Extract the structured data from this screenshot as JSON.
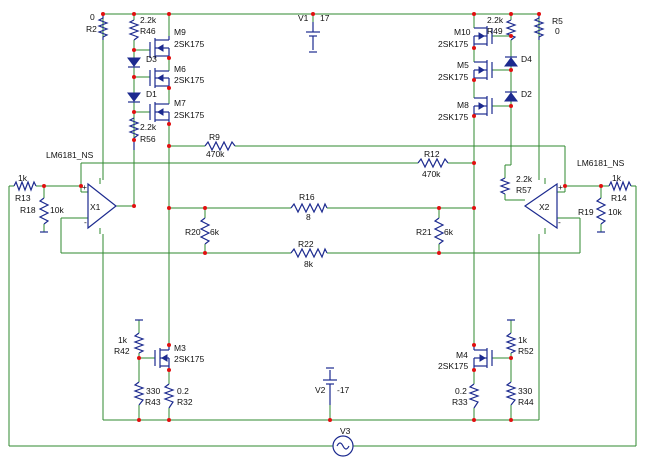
{
  "labels": [
    {
      "id": "lbl-0",
      "text": "0"
    },
    {
      "id": "lbl-r2",
      "text": "R2"
    },
    {
      "id": "lbl-2k2a",
      "text": "2.2k"
    },
    {
      "id": "lbl-r46",
      "text": "R46"
    },
    {
      "id": "lbl-m9",
      "text": "M9"
    },
    {
      "id": "lbl-m9t",
      "text": "2SK175"
    },
    {
      "id": "lbl-d3",
      "text": "D3"
    },
    {
      "id": "lbl-m6",
      "text": "M6"
    },
    {
      "id": "lbl-m6t",
      "text": "2SK175"
    },
    {
      "id": "lbl-d1",
      "text": "D1"
    },
    {
      "id": "lbl-m7",
      "text": "M7"
    },
    {
      "id": "lbl-m7t",
      "text": "2SK175"
    },
    {
      "id": "lbl-2k2b",
      "text": "2.2k"
    },
    {
      "id": "lbl-r56",
      "text": "R56"
    },
    {
      "id": "lbl-v1",
      "text": "V1"
    },
    {
      "id": "lbl-17",
      "text": "17"
    },
    {
      "id": "lbl-m10",
      "text": "M10"
    },
    {
      "id": "lbl-m10t",
      "text": "2SK175"
    },
    {
      "id": "lbl-2k2c",
      "text": "2.2k"
    },
    {
      "id": "lbl-r49",
      "text": "R49"
    },
    {
      "id": "lbl-r5",
      "text": "R5"
    },
    {
      "id": "lbl-0b",
      "text": "0"
    },
    {
      "id": "lbl-m5",
      "text": "M5"
    },
    {
      "id": "lbl-m5t",
      "text": "2SK175"
    },
    {
      "id": "lbl-d4",
      "text": "D4"
    },
    {
      "id": "lbl-m8",
      "text": "M8"
    },
    {
      "id": "lbl-m8t",
      "text": "2SK175"
    },
    {
      "id": "lbl-d2",
      "text": "D2"
    },
    {
      "id": "lbl-r9",
      "text": "R9"
    },
    {
      "id": "lbl-470a",
      "text": "470k"
    },
    {
      "id": "lbl-r12",
      "text": "R12"
    },
    {
      "id": "lbl-470b",
      "text": "470k"
    },
    {
      "id": "lbl-lm1",
      "text": "LM6181_NS"
    },
    {
      "id": "lbl-lm2",
      "text": "LM6181_NS"
    },
    {
      "id": "lbl-1ka",
      "text": "1k"
    },
    {
      "id": "lbl-r13",
      "text": "R13"
    },
    {
      "id": "lbl-r18",
      "text": "R18"
    },
    {
      "id": "lbl-10ka",
      "text": "10k"
    },
    {
      "id": "lbl-x1",
      "text": "X1"
    },
    {
      "id": "lbl-2k2d",
      "text": "2.2k"
    },
    {
      "id": "lbl-r57",
      "text": "R57"
    },
    {
      "id": "lbl-x2",
      "text": "X2"
    },
    {
      "id": "lbl-1kb",
      "text": "1k"
    },
    {
      "id": "lbl-r14",
      "text": "R14"
    },
    {
      "id": "lbl-r19",
      "text": "R19"
    },
    {
      "id": "lbl-10kb",
      "text": "10k"
    },
    {
      "id": "lbl-r16",
      "text": "R16"
    },
    {
      "id": "lbl-8",
      "text": "8"
    },
    {
      "id": "lbl-r20",
      "text": "R20"
    },
    {
      "id": "lbl-6ka",
      "text": "6k"
    },
    {
      "id": "lbl-r21",
      "text": "R21"
    },
    {
      "id": "lbl-6kb",
      "text": "6k"
    },
    {
      "id": "lbl-r22",
      "text": "R22"
    },
    {
      "id": "lbl-8k",
      "text": "8k"
    },
    {
      "id": "lbl-1kc",
      "text": "1k"
    },
    {
      "id": "lbl-r42",
      "text": "R42"
    },
    {
      "id": "lbl-m3",
      "text": "M3"
    },
    {
      "id": "lbl-m3t",
      "text": "2SK175"
    },
    {
      "id": "lbl-330a",
      "text": "330"
    },
    {
      "id": "lbl-r43",
      "text": "R43"
    },
    {
      "id": "lbl-02a",
      "text": "0.2"
    },
    {
      "id": "lbl-r32",
      "text": "R32"
    },
    {
      "id": "lbl-v2",
      "text": "V2"
    },
    {
      "id": "lbl-m17",
      "text": "-17"
    },
    {
      "id": "lbl-m4",
      "text": "M4"
    },
    {
      "id": "lbl-m4t",
      "text": "2SK175"
    },
    {
      "id": "lbl-1kd",
      "text": "1k"
    },
    {
      "id": "lbl-r52",
      "text": "R52"
    },
    {
      "id": "lbl-02b",
      "text": "0.2"
    },
    {
      "id": "lbl-r33",
      "text": "R33"
    },
    {
      "id": "lbl-330b",
      "text": "330"
    },
    {
      "id": "lbl-r44",
      "text": "R44"
    },
    {
      "id": "lbl-v3",
      "text": "V3"
    },
    {
      "id": "lbl-plus1",
      "text": "+"
    },
    {
      "id": "lbl-minus1",
      "text": "-"
    },
    {
      "id": "lbl-plus2",
      "text": "+"
    },
    {
      "id": "lbl-minus2",
      "text": "-"
    }
  ]
}
